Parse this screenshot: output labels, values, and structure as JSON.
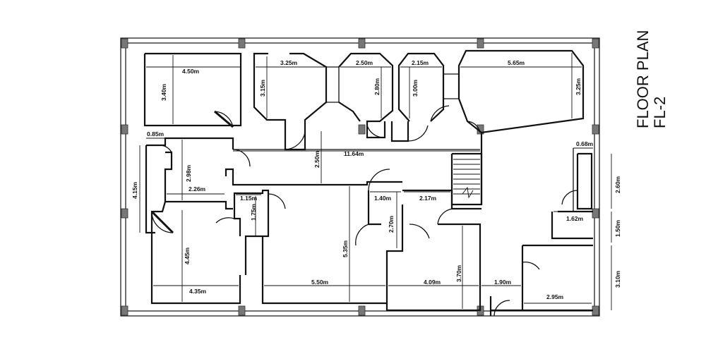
{
  "title": {
    "line1": "FLOOR PLAN",
    "line2": "FL-2"
  },
  "dimensions": {
    "room_nw_width": "4.50m",
    "room_nw_depth": "3.40m",
    "room_n2_width": "3.25m",
    "room_n2_depth": "3.15m",
    "room_n3_width": "2.50m",
    "room_n3_depth": "2.80m",
    "room_n4_width": "2.15m",
    "room_n4_depth": "3.00m",
    "room_ne_width": "5.65m",
    "room_ne_depth": "3.25m",
    "w_small": "0.85m",
    "corridor_length": "11.64m",
    "corridor_width": "2.50m",
    "room_w_depth": "4.15m",
    "room_w_inner_depth": "2.98m",
    "room_w_inner_width": "2.26m",
    "closet_width": "1.15m",
    "closet_depth": "1.75m",
    "bath_width": "1.40m",
    "bath_depth": "2.70m",
    "stair_landing": "2.17m",
    "room_sw_depth": "4.45m",
    "room_sw_width": "4.35m",
    "room_s2_depth": "5.35m",
    "room_s2_width": "5.50m",
    "room_s3_depth": "3.70m",
    "room_s3_width": "4.09m",
    "entry_width": "1.90m",
    "e_small_width": "0.68m",
    "e_room1_depth": "2.60m",
    "e_room2_width": "1.62m",
    "e_room2_depth": "1.50m",
    "e_room3_depth": "3.10m",
    "e_room3_width": "2.95m"
  }
}
